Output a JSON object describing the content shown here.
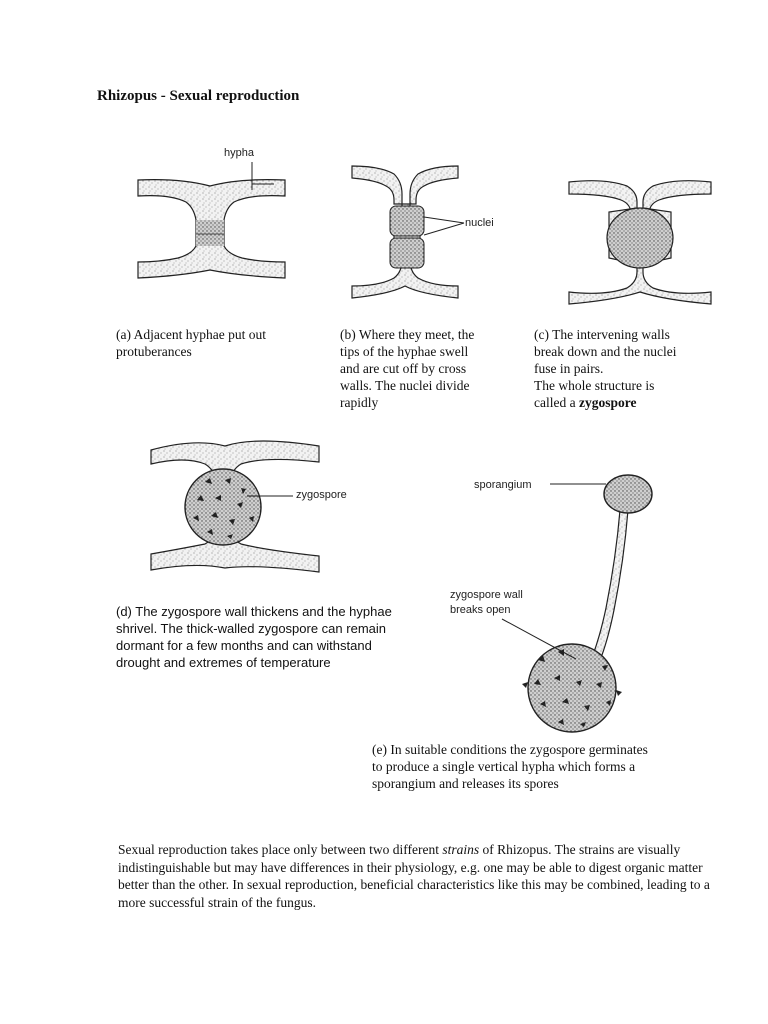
{
  "title": "Rhizopus - Sexual reproduction",
  "labels": {
    "hypha": "hypha",
    "nuclei": "nuclei",
    "zygospore": "zygospore",
    "sporangium": "sporangium",
    "zygospore_wall_1": "zygospore wall",
    "zygospore_wall_2": "breaks open"
  },
  "captions": {
    "a": [
      "(a) Adjacent hyphae put out",
      "protuberances"
    ],
    "b": [
      "(b) Where they meet, the",
      "tips of the hyphae swell",
      "and are cut off by cross",
      "walls. The nuclei divide",
      "rapidly"
    ],
    "c": [
      "(c) The intervening walls",
      "break down and the nuclei",
      "fuse in pairs.",
      "The whole structure is",
      "called a "
    ],
    "c_bold": "zygospore",
    "d": [
      "(d) The zygospore wall thickens and the hyphae",
      "shrivel. The thick-walled zygospore can remain",
      "dormant for a few months and can withstand",
      "drought and extremes of temperature"
    ],
    "e": [
      "(e) In suitable conditions the zygospore germinates",
      "to produce a single vertical hypha which forms a",
      "sporangium and releases its spores"
    ]
  },
  "paragraph": {
    "before": "Sexual reproduction takes place only between two different ",
    "italic": "strains",
    "after": " of Rhizopus. The strains are visually indistinguishable but may have differences in their physiology, e.g. one may be able to digest organic matter better than the other. In sexual reproduction, beneficial characteristics like this may be combined, leading to a more successful strain of the fungus."
  }
}
